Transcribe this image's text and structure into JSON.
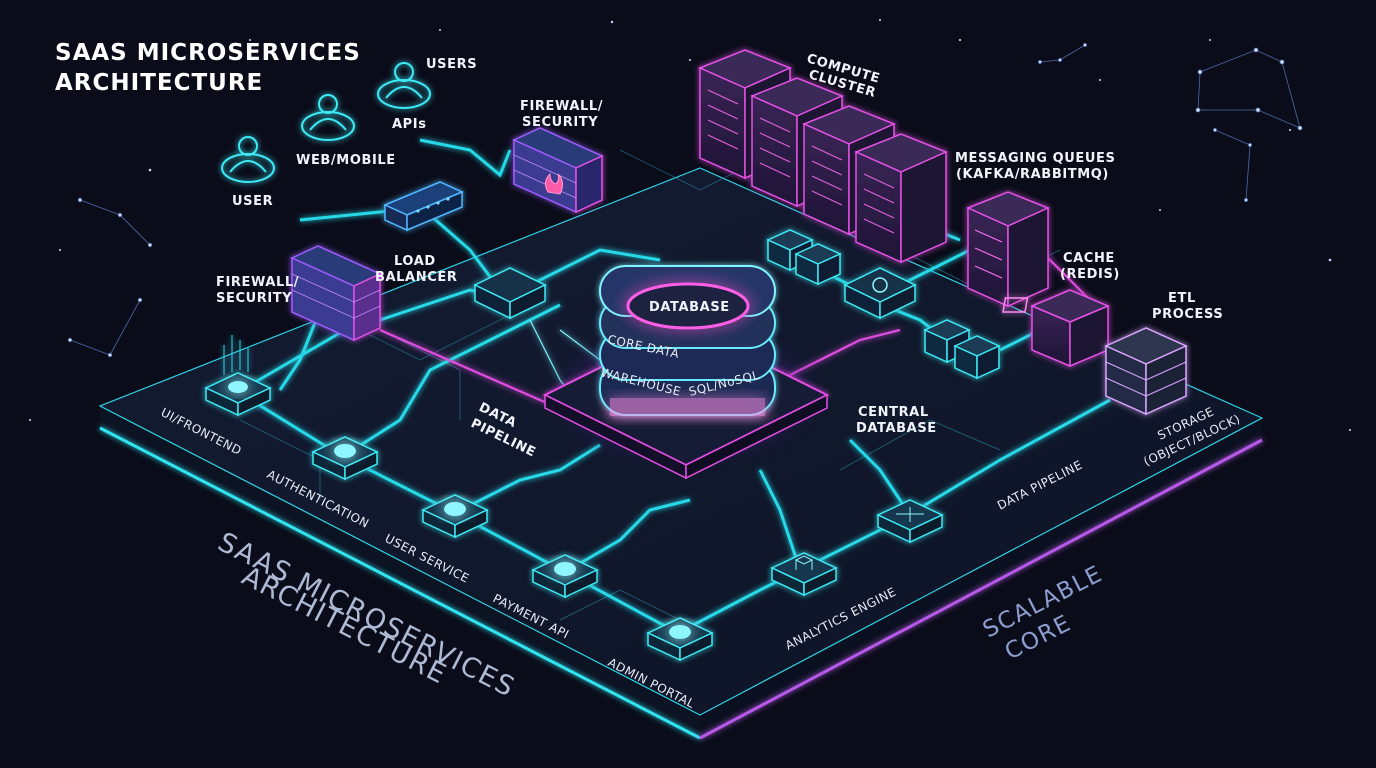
{
  "title": {
    "line1": "SAAS MICROSERVICES",
    "line2": "ARCHITECTURE"
  },
  "clients": {
    "users": "USERS",
    "apis": "APIs",
    "web_mobile": "WEB/MOBILE",
    "user": "USER"
  },
  "edge": {
    "firewall_top_1": "FIREWALL/",
    "firewall_top_2": "SECURITY",
    "firewall_left_1": "FIREWALL/",
    "firewall_left_2": "SECURITY",
    "load_balancer_1": "LOAD",
    "load_balancer_2": "BALANCER"
  },
  "infra": {
    "compute_cluster_1": "COMPUTE",
    "compute_cluster_2": "CLUSTER",
    "messaging_1": "MESSAGING QUEUES",
    "messaging_2": "(KAFKA/RABBITMQ)",
    "cache_1": "CACHE",
    "cache_2": "(REDIS)",
    "etl_1": "ETL",
    "etl_2": "PROCESS",
    "storage_1": "STORAGE",
    "storage_2": "(OBJECT/BLOCK)"
  },
  "database": {
    "title": "DATABASE",
    "core_data": "CORE DATA",
    "warehouse": "WAREHOUSE",
    "sql": "SQL/NoSQL",
    "central_1": "CENTRAL",
    "central_2": "DATABASE"
  },
  "pipelines": {
    "data_pipeline_1": "DATA",
    "data_pipeline_2": "PIPELINE",
    "data_pipeline_right": "DATA PIPELINE"
  },
  "services": {
    "ui": "UI/FRONTEND",
    "auth": "AUTHENTICATION",
    "user_service": "USER SERVICE",
    "payment": "PAYMENT API",
    "admin": "ADMIN PORTAL",
    "analytics": "ANALYTICS ENGINE"
  },
  "board": {
    "front_1": "SAAS MICROSERVICES",
    "front_2": "ARCHITECTURE",
    "side_1": "SCALABLE",
    "side_2": "CORE"
  },
  "colors": {
    "background": "#0a0c1a",
    "cyan": "#27d9e8",
    "magenta": "#e04ce0",
    "board": "#111a2e"
  }
}
